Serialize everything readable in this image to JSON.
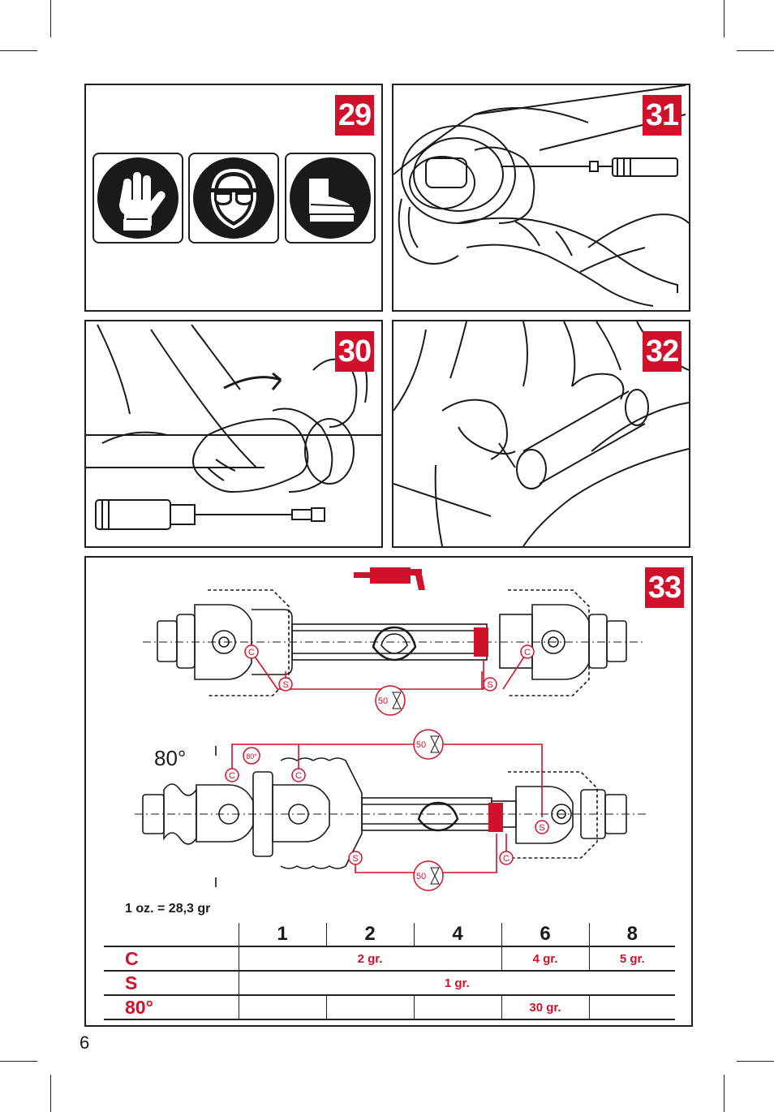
{
  "panels": [
    {
      "id": "29",
      "badge": "29",
      "subject": "ppe"
    },
    {
      "id": "31",
      "badge": "31"
    },
    {
      "id": "30",
      "badge": "30"
    },
    {
      "id": "32",
      "badge": "32"
    },
    {
      "id": "33",
      "badge": "33"
    }
  ],
  "ppe_icons": [
    "gloves-icon",
    "goggles-icon",
    "safety-boot-icon"
  ],
  "diagram": {
    "top": {
      "c_label": "C",
      "s_label": "S",
      "dist": "50"
    },
    "bottom": {
      "angle_label": "80°",
      "angle_small": "80°",
      "c_label": "C",
      "s_label": "S",
      "dist": "50"
    }
  },
  "note": "1 oz. = 28,3 gr",
  "table": {
    "columns": [
      "1",
      "2",
      "4",
      "6",
      "8"
    ],
    "rows": [
      {
        "label": "C",
        "cells": [
          "2 gr.",
          "4 gr.",
          "5 gr."
        ]
      },
      {
        "label": "S",
        "cells": [
          "1 gr."
        ]
      },
      {
        "label": "80°",
        "cells": [
          "",
          "",
          "",
          "30 gr.",
          ""
        ]
      }
    ]
  },
  "page_number": "6",
  "colors": {
    "accent": "#d0112b",
    "line": "#1f1f1f"
  }
}
